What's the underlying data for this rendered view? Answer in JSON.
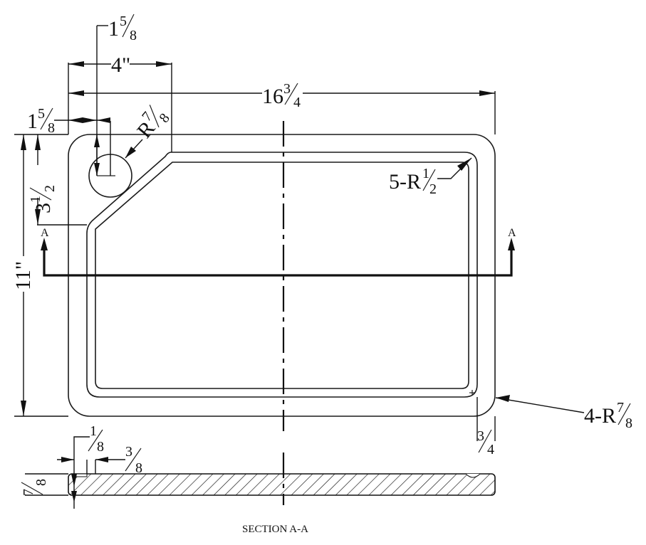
{
  "drawing": {
    "title": "SECTION A-A",
    "section_marker": "A",
    "dimensions": {
      "overall_width": {
        "whole": "16",
        "num": "3",
        "den": "4"
      },
      "overall_height": "11\"",
      "drain_offset_x_label": "4\"",
      "drain_offset_top": {
        "whole": "1",
        "num": "5",
        "den": "8"
      },
      "drain_offset_left": {
        "whole": "1",
        "num": "5",
        "den": "8"
      },
      "chamfer_height": {
        "whole": "3",
        "num": "1",
        "den": "2"
      },
      "drain_radius": {
        "prefix": "R",
        "num": "7",
        "den": "8"
      },
      "inner_corner_radius": {
        "prefix": "5-R",
        "num": "1",
        "den": "2"
      },
      "outer_corner_radius": {
        "prefix": "4-R",
        "num": "7",
        "den": "8"
      },
      "rim_width": {
        "num": "3",
        "den": "4"
      },
      "groove_depth": {
        "num": "1",
        "den": "8"
      },
      "groove_width": {
        "num": "3",
        "den": "8"
      },
      "thickness": {
        "num": "7",
        "den": "8"
      }
    }
  }
}
